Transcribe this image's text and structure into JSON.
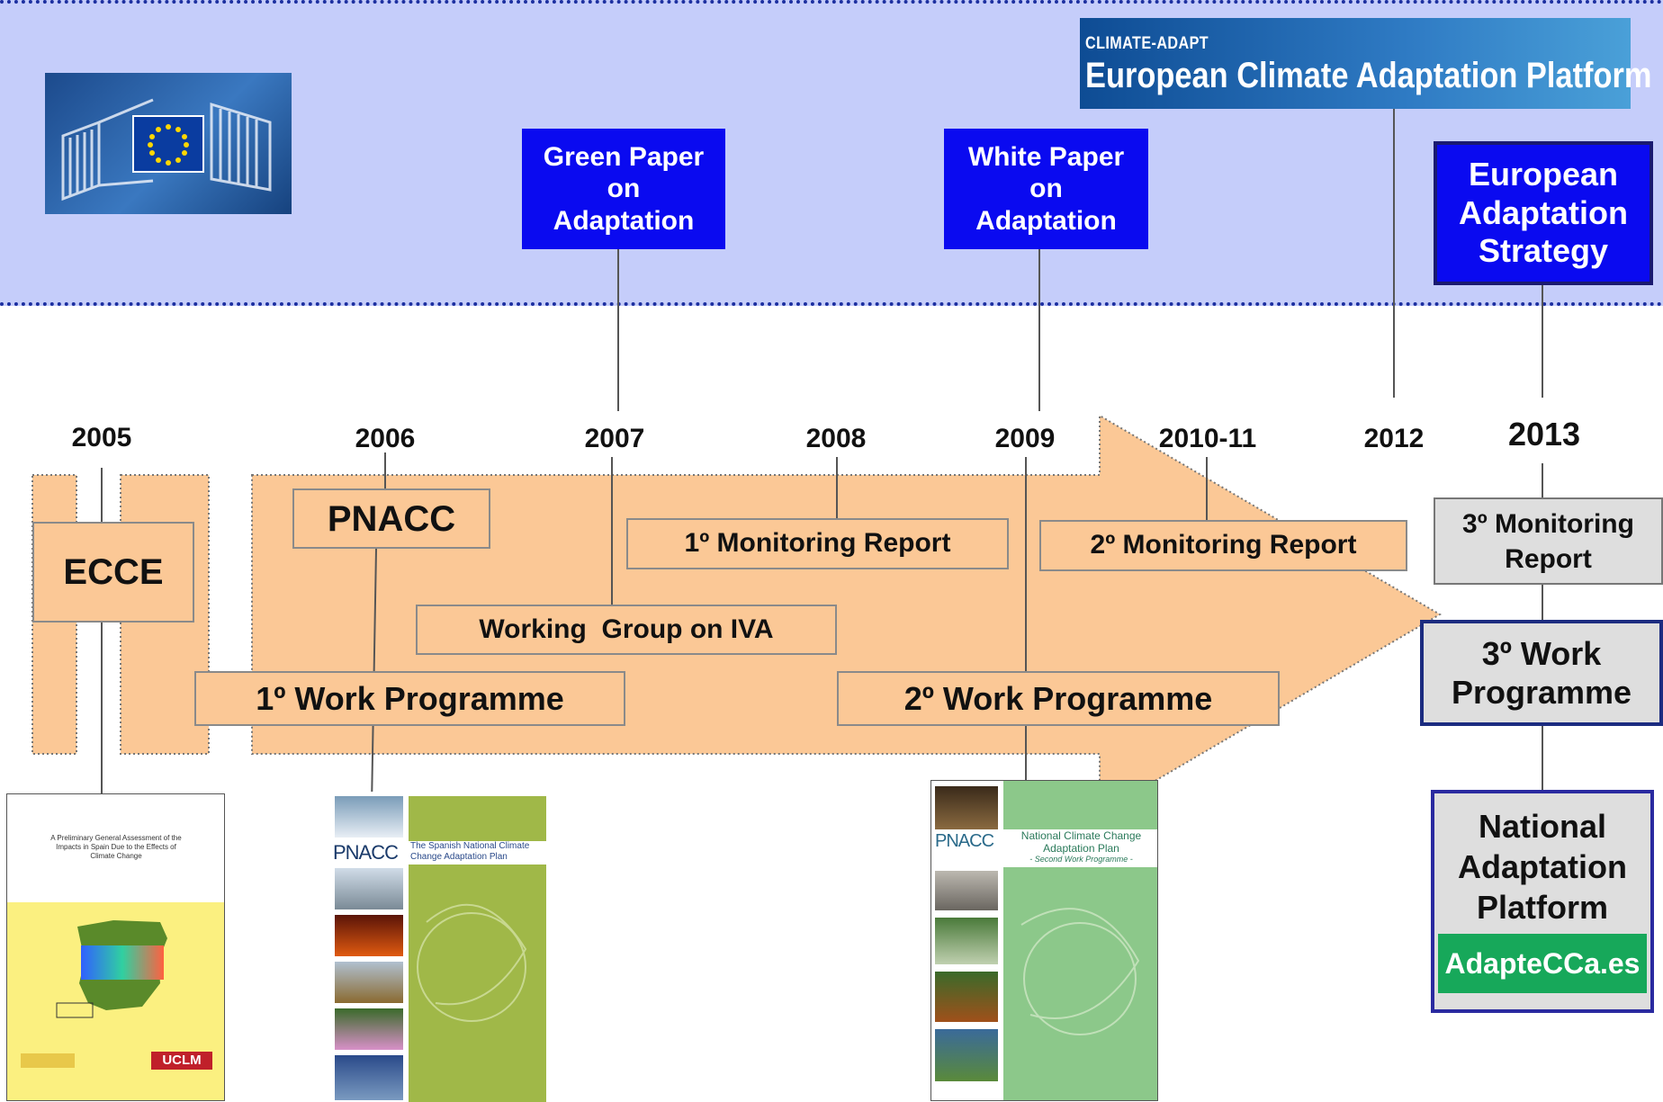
{
  "eu": {
    "climate_adapt_small": "CLIMATE-ADAPT",
    "climate_adapt_title": "European Climate Adaptation Platform",
    "green_paper": "Green Paper on Adaptation",
    "white_paper": "White Paper on Adaptation",
    "strategy": "European Adaptation Strategy"
  },
  "years": [
    "2005",
    "2006",
    "2007",
    "2008",
    "2009",
    "2010-11",
    "2012",
    "2013"
  ],
  "timeline": {
    "ecce": "ECCE",
    "pnacc": "PNACC",
    "monitoring_1": "1º Monitoring Report",
    "monitoring_2": "2º Monitoring Report",
    "monitoring_3": "3º Monitoring Report",
    "working_group": "Working  Group on IVA",
    "work_programme_1": "1º Work Programme",
    "work_programme_2": "2º Work Programme",
    "work_programme_3": "3º Work Programme",
    "national_platform": "National Adaptation Platform",
    "adaptecca": "AdapteCCa.es"
  },
  "covers": {
    "ecce_title": "A Preliminary General Assessment of the Impacts in Spain Due to the Effects of Climate Change",
    "ecce_logo": "UCLM",
    "pnacc_logo": "PNACC",
    "pnacc1_title": "The Spanish National Climate Change Adaptation Plan",
    "pnacc2_title": "National Climate Change Adaptation Plan",
    "pnacc2_subtitle": "- Second Work Programme -"
  },
  "colors": {
    "band": "#c5cdfa",
    "arrow": "#fbc896",
    "eu_box": "#0a0af0",
    "climate_adapt": "#1a5aa0",
    "adaptecca": "#17a85a"
  }
}
